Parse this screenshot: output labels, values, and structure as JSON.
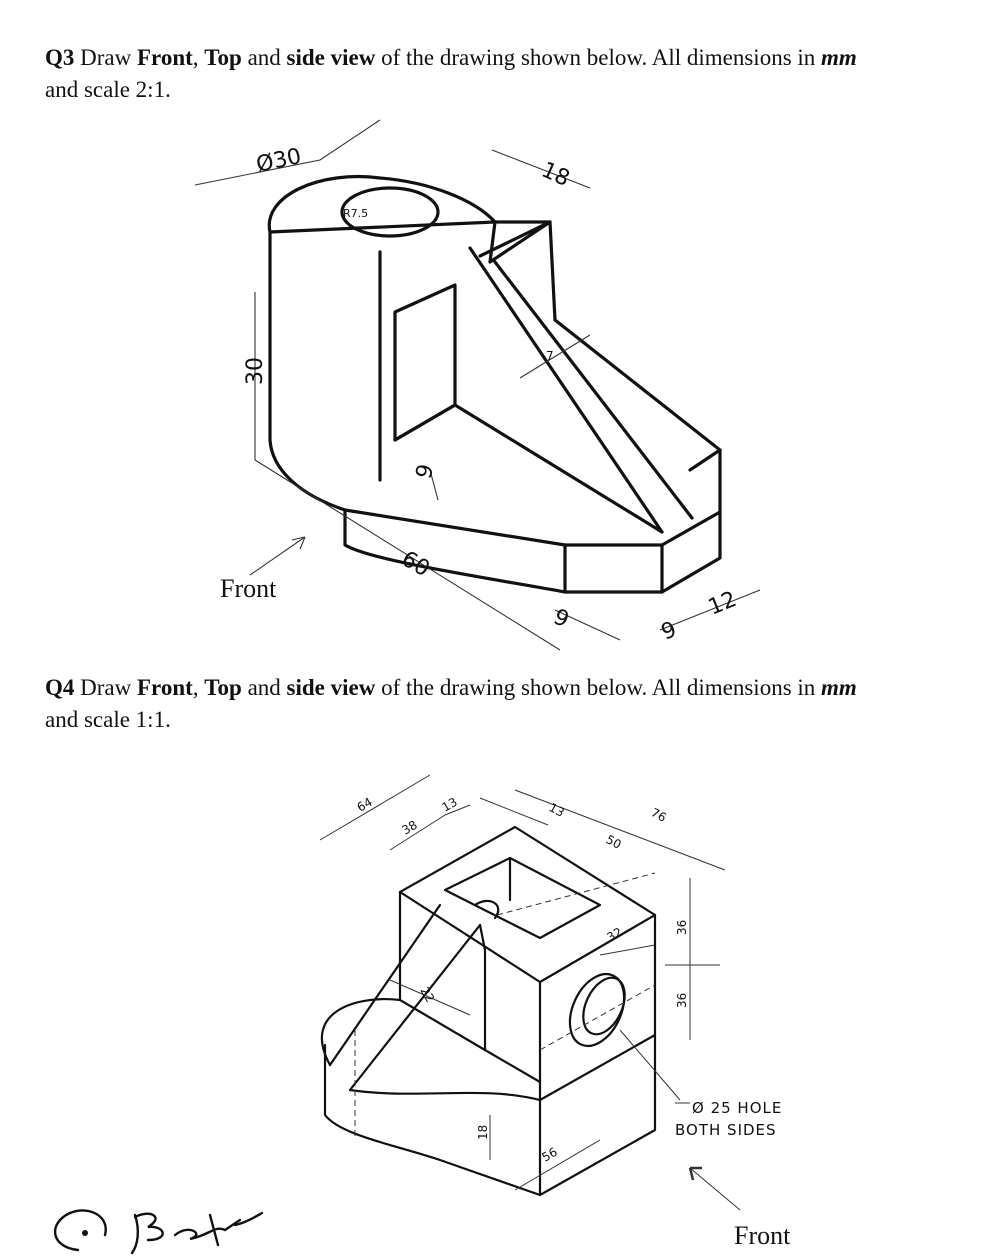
{
  "q3": {
    "number": "Q3",
    "w1": "Draw",
    "front": "Front",
    "comma": ",",
    "top": "Top",
    "and": "and",
    "side": "side view",
    "rest": "of the drawing shown below. All dimensions in",
    "unit": "mm",
    "line2": "and scale 2:1.",
    "dims": {
      "d30": "Ø30",
      "r75": "R7.5",
      "d18": "18",
      "d30v": "30",
      "d7": "7",
      "d9a": "9",
      "d60": "60",
      "d9b": "9",
      "d9c": "9",
      "d12": "12"
    },
    "front_label": "Front"
  },
  "q4": {
    "number": "Q4",
    "w1": "Draw",
    "front": "Front",
    "comma": ",",
    "top": "Top",
    "and": "and",
    "side": "side view",
    "rest": "of the drawing shown below. All dimensions in",
    "unit": "mm",
    "line2": "and scale 1:1.",
    "dims": {
      "d64": "64",
      "d38": "38",
      "d13a": "13",
      "d13b": "13",
      "d76": "76",
      "d50": "50",
      "d32": "32",
      "d36a": "36",
      "d36b": "36",
      "d22": "22",
      "d18": "18",
      "d56": "56"
    },
    "hole_note_1": "Ø 25  HOLE",
    "hole_note_2": "BOTH  SIDES",
    "front_label": "Front"
  }
}
